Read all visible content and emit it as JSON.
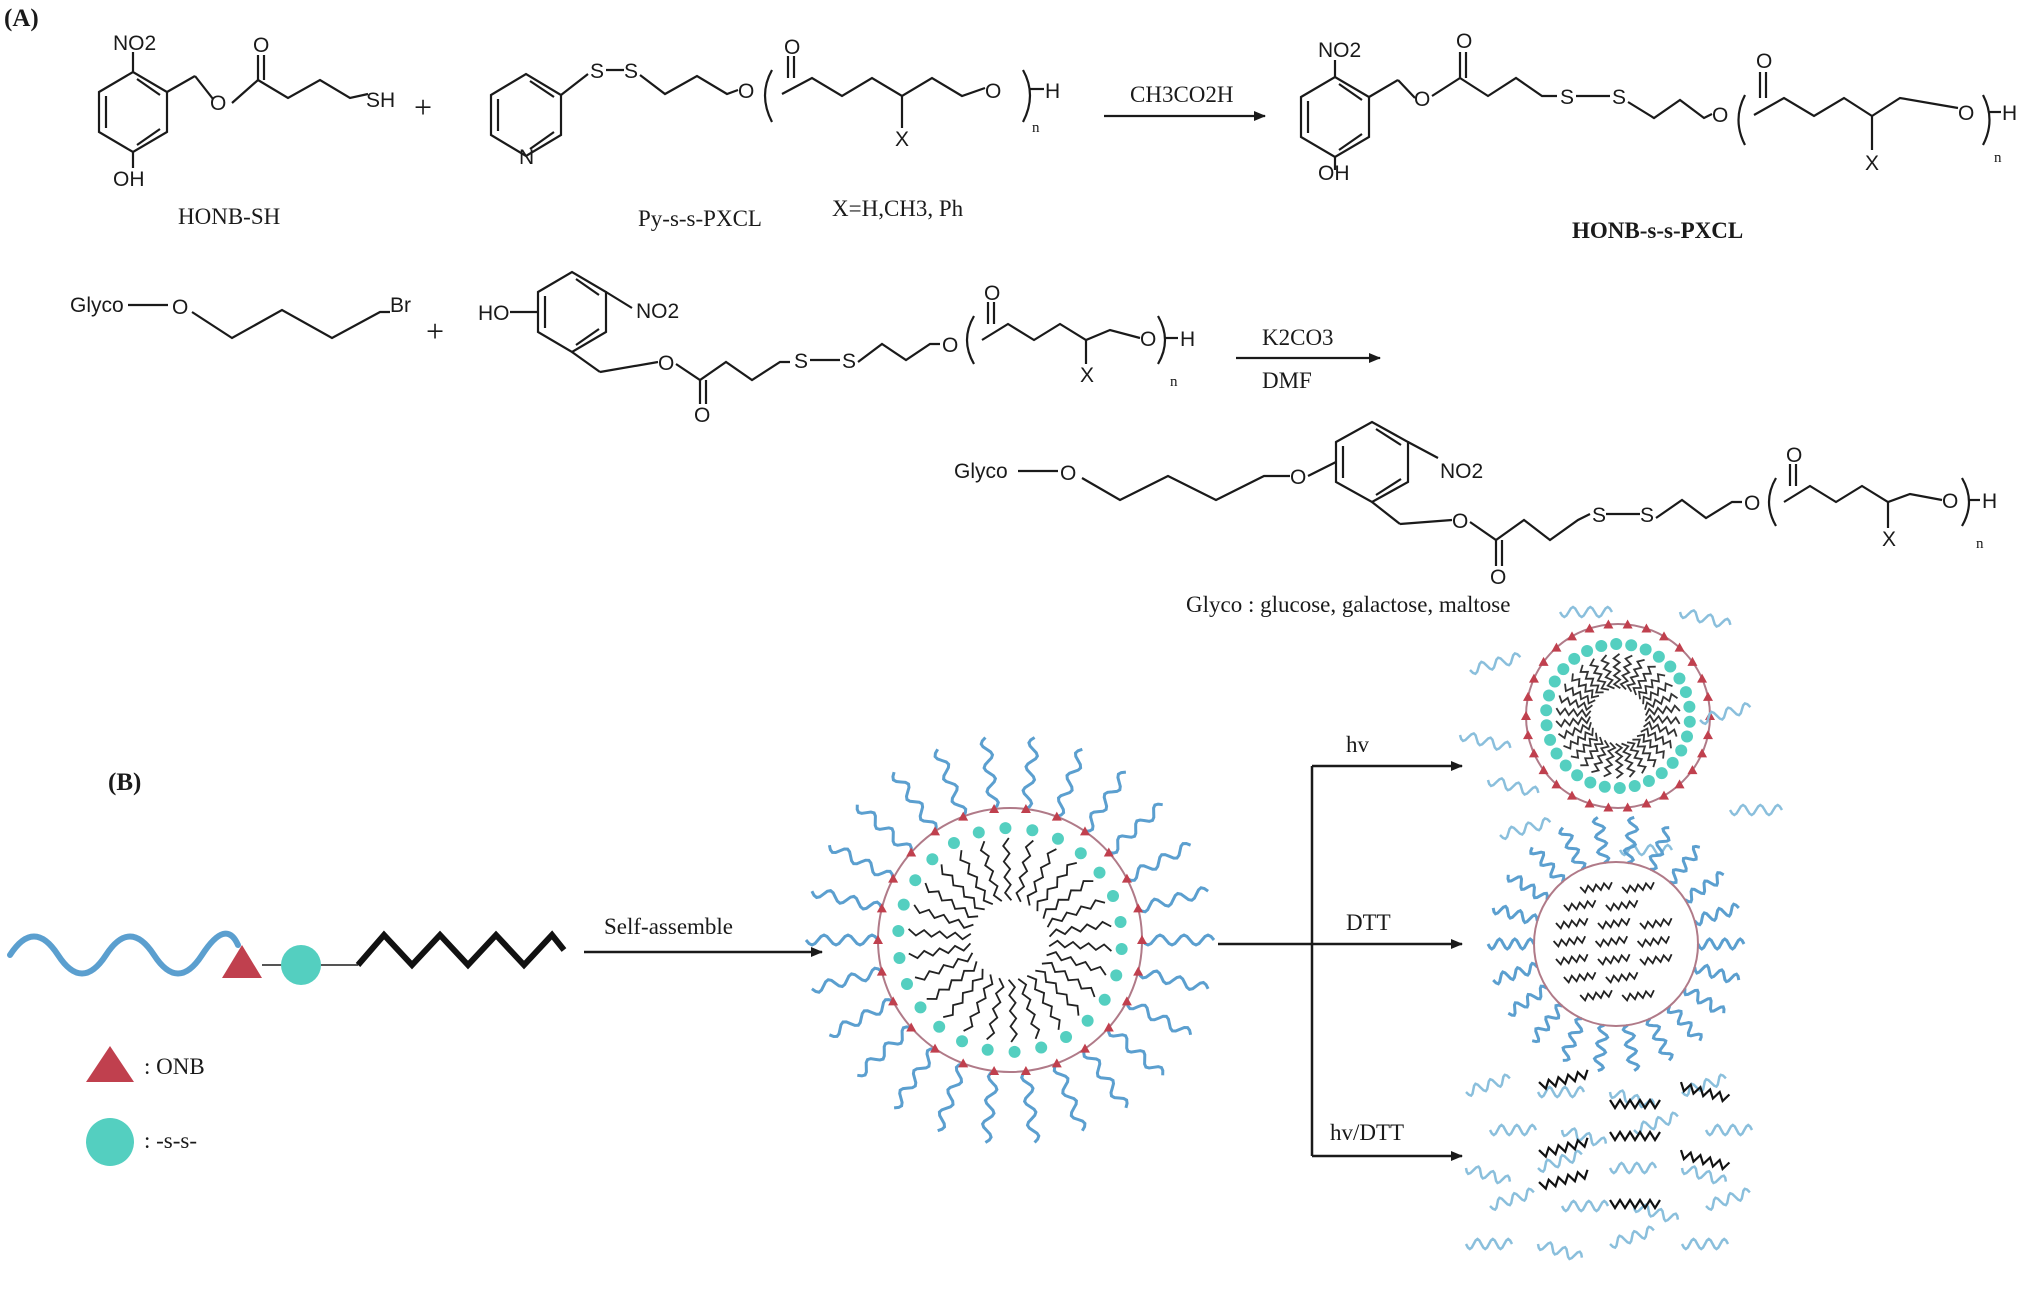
{
  "panel_a": {
    "label": "(A)",
    "reaction1": {
      "reactant1_name": "HONB-SH",
      "reactant2_name": "Py-s-s-PXCL",
      "substituents": "X=H,CH3, Ph",
      "plus": "+",
      "reagent": "CH3CO2H",
      "product_name": "HONB-s-s-PXCL"
    },
    "reaction2": {
      "plus": "+",
      "reagent_top": "K2CO3",
      "reagent_bottom": "DMF",
      "glyco_note": "Glyco : glucose, galactose, maltose"
    },
    "atoms": {
      "no2": "NO2",
      "oh": "OH",
      "ho": "HO",
      "o": "O",
      "sh": "SH",
      "s": "S",
      "n": "N",
      "h": "H",
      "x": "X",
      "sub_n": "n",
      "br": "Br",
      "glyco": "Glyco"
    }
  },
  "panel_b": {
    "label": "(B)",
    "step_self_assemble": "Self-assemble",
    "branches": [
      "hv",
      "DTT",
      "hv/DTT"
    ],
    "legend": [
      {
        "symbol": "triangle",
        "text": ": ONB"
      },
      {
        "symbol": "circle",
        "text": ": -s-s-"
      }
    ]
  },
  "colors": {
    "hydrophilic_chain": "#5b9fcf",
    "hydrophobic_chain": "#111111",
    "onb_triangle": "#c0404e",
    "disulfide_circle": "#54cfc0",
    "micelle_shell": "#b07a88"
  }
}
